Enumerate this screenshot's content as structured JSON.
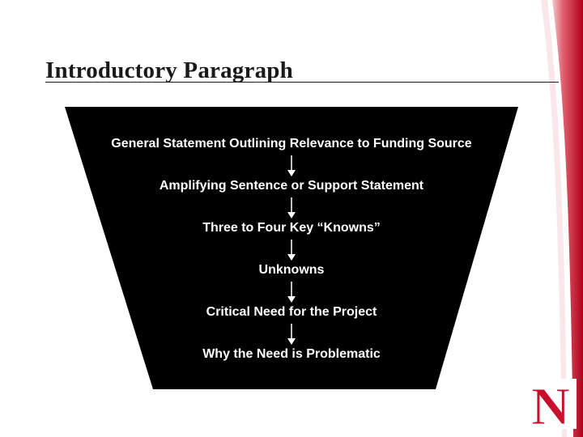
{
  "slide": {
    "title": "Introductory Paragraph"
  },
  "funnel": {
    "steps": [
      "General Statement Outlining Relevance to Funding Source",
      "Amplifying Sentence or Support Statement",
      "Three to Four Key “Knowns”",
      "Unknowns",
      "Critical Need for the Project",
      "Why the Need is Problematic"
    ]
  },
  "logo": {
    "letter": "N"
  },
  "colors": {
    "funnel_fill": "#000000",
    "step_text": "#ffffff",
    "accent_red": "#c8102e",
    "title_text": "#1a1a1a"
  }
}
